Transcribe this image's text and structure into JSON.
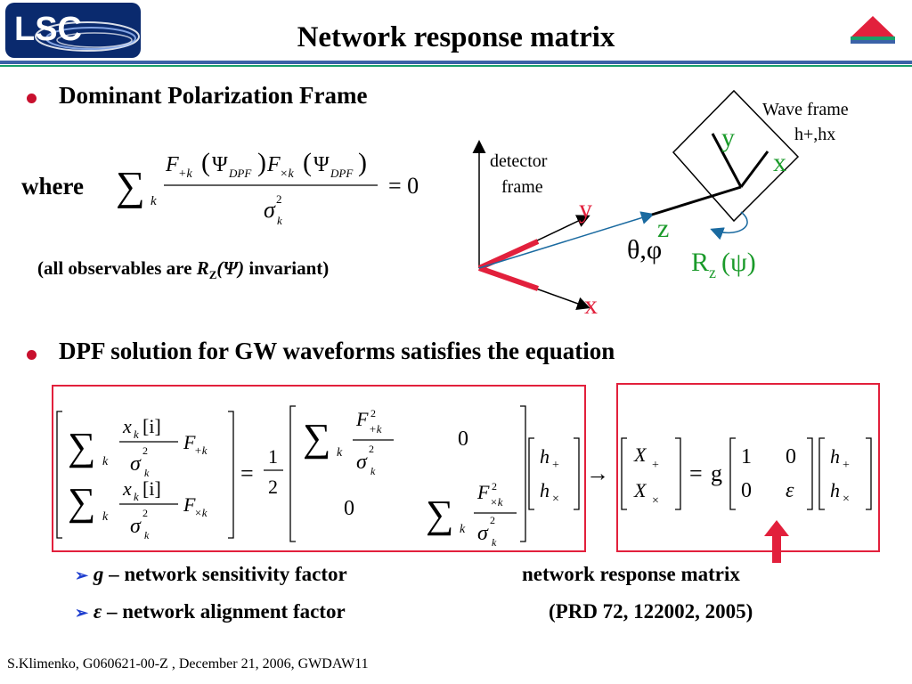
{
  "header": {
    "logo_text": "LSC",
    "title": "Network response matrix"
  },
  "bullets": [
    {
      "text": "Dominant Polarization Frame"
    },
    {
      "text": "DPF solution for GW waveforms satisfies the equation"
    }
  ],
  "where_label": "where",
  "invariant_note": {
    "pre": "(all observables are ",
    "r": "R",
    "z": "Z",
    "psi": "(Ψ)",
    "post": " invariant)"
  },
  "diagram": {
    "z_label": "z",
    "y_label": "y",
    "x_label": "x",
    "detector_frame": [
      "detector",
      "frame"
    ],
    "wave_frame": [
      "Wave frame",
      "h+,hx"
    ],
    "wave_y": "y",
    "wave_x": "x",
    "wave_z": "z",
    "angles": "θ,φ",
    "rotation": {
      "r": "R",
      "sub": "z",
      "arg": "(ψ)"
    }
  },
  "sub_bullets": [
    {
      "symbol": "g",
      "text": " – network sensitivity factor"
    },
    {
      "symbol": "ε",
      "text": " – network alignment factor"
    }
  ],
  "matrix_caption": "network response matrix",
  "reference": "(PRD 72, 122002, 2005)",
  "footer": "S.Klimenko, G060621-00-Z , December 21, 2006,  GWDAW11",
  "equation": {
    "sum": "∑",
    "k": "k",
    "F_plus": "F",
    "F_plus_sub": "+k",
    "F_cross": "F",
    "F_cross_sub": "×k",
    "psi": "Ψ",
    "dpf": "DPF",
    "sigma": "σ",
    "equals_zero": "= 0",
    "x_k_i": "x",
    "bracket_i": "[i]",
    "half_num": "1",
    "half_den": "2",
    "zero": "0",
    "h_plus": "h",
    "plus": "+",
    "times": "×",
    "X": "X",
    "g": "g",
    "one": "1",
    "epsilon": "ε",
    "arrow": "→",
    "equals": "="
  },
  "colors": {
    "rule_blue": "#3b62a8",
    "rule_green": "#19a06a",
    "accent_red": "#e2203c",
    "wave_green": "#1a9a2a",
    "arrow_blue": "#1f3fcf"
  }
}
